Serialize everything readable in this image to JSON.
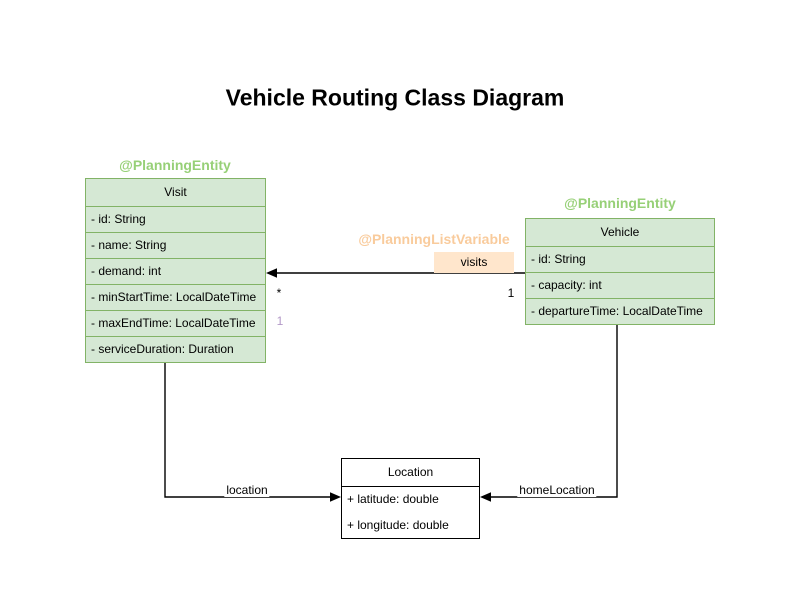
{
  "title": "Vehicle Routing Class Diagram",
  "colors": {
    "background": "#ffffff",
    "entity_fill": "#d5e8d4",
    "entity_border": "#82b366",
    "plain_fill": "#ffffff",
    "plain_border": "#000000",
    "stereotype_text": "#97d077",
    "annotation_text": "#f9cb9c",
    "edge_label_fill": "#ffe6cc",
    "muted_multiplicity_text": "#b298c7",
    "connector": "#000000"
  },
  "classes": [
    {
      "id": "visit",
      "stereotype": "@PlanningEntity",
      "name": "Visit",
      "attributes": [
        "- id: String",
        "- name: String",
        "- demand: int",
        "- minStartTime: LocalDateTime",
        "- maxEndTime: LocalDateTime",
        "- serviceDuration: Duration"
      ]
    },
    {
      "id": "vehicle",
      "stereotype": "@PlanningEntity",
      "name": "Vehicle",
      "attributes": [
        "- id: String",
        "- capacity: int",
        "- departureTime: LocalDateTime"
      ]
    },
    {
      "id": "location",
      "stereotype": "",
      "name": "Location",
      "attributes": [
        "+ latitude: double",
        "+ longitude: double"
      ]
    }
  ],
  "relationships": {
    "visits": {
      "annotation": "@PlanningListVariable",
      "label": "visits",
      "multiplicity_target": "*",
      "multiplicity_source": "1",
      "multiplicity_extra": "1",
      "from": "Vehicle",
      "to": "Visit"
    },
    "location": {
      "label": "location",
      "from": "Visit",
      "to": "Location"
    },
    "homeLocation": {
      "label": "homeLocation",
      "from": "Vehicle",
      "to": "Location"
    }
  }
}
